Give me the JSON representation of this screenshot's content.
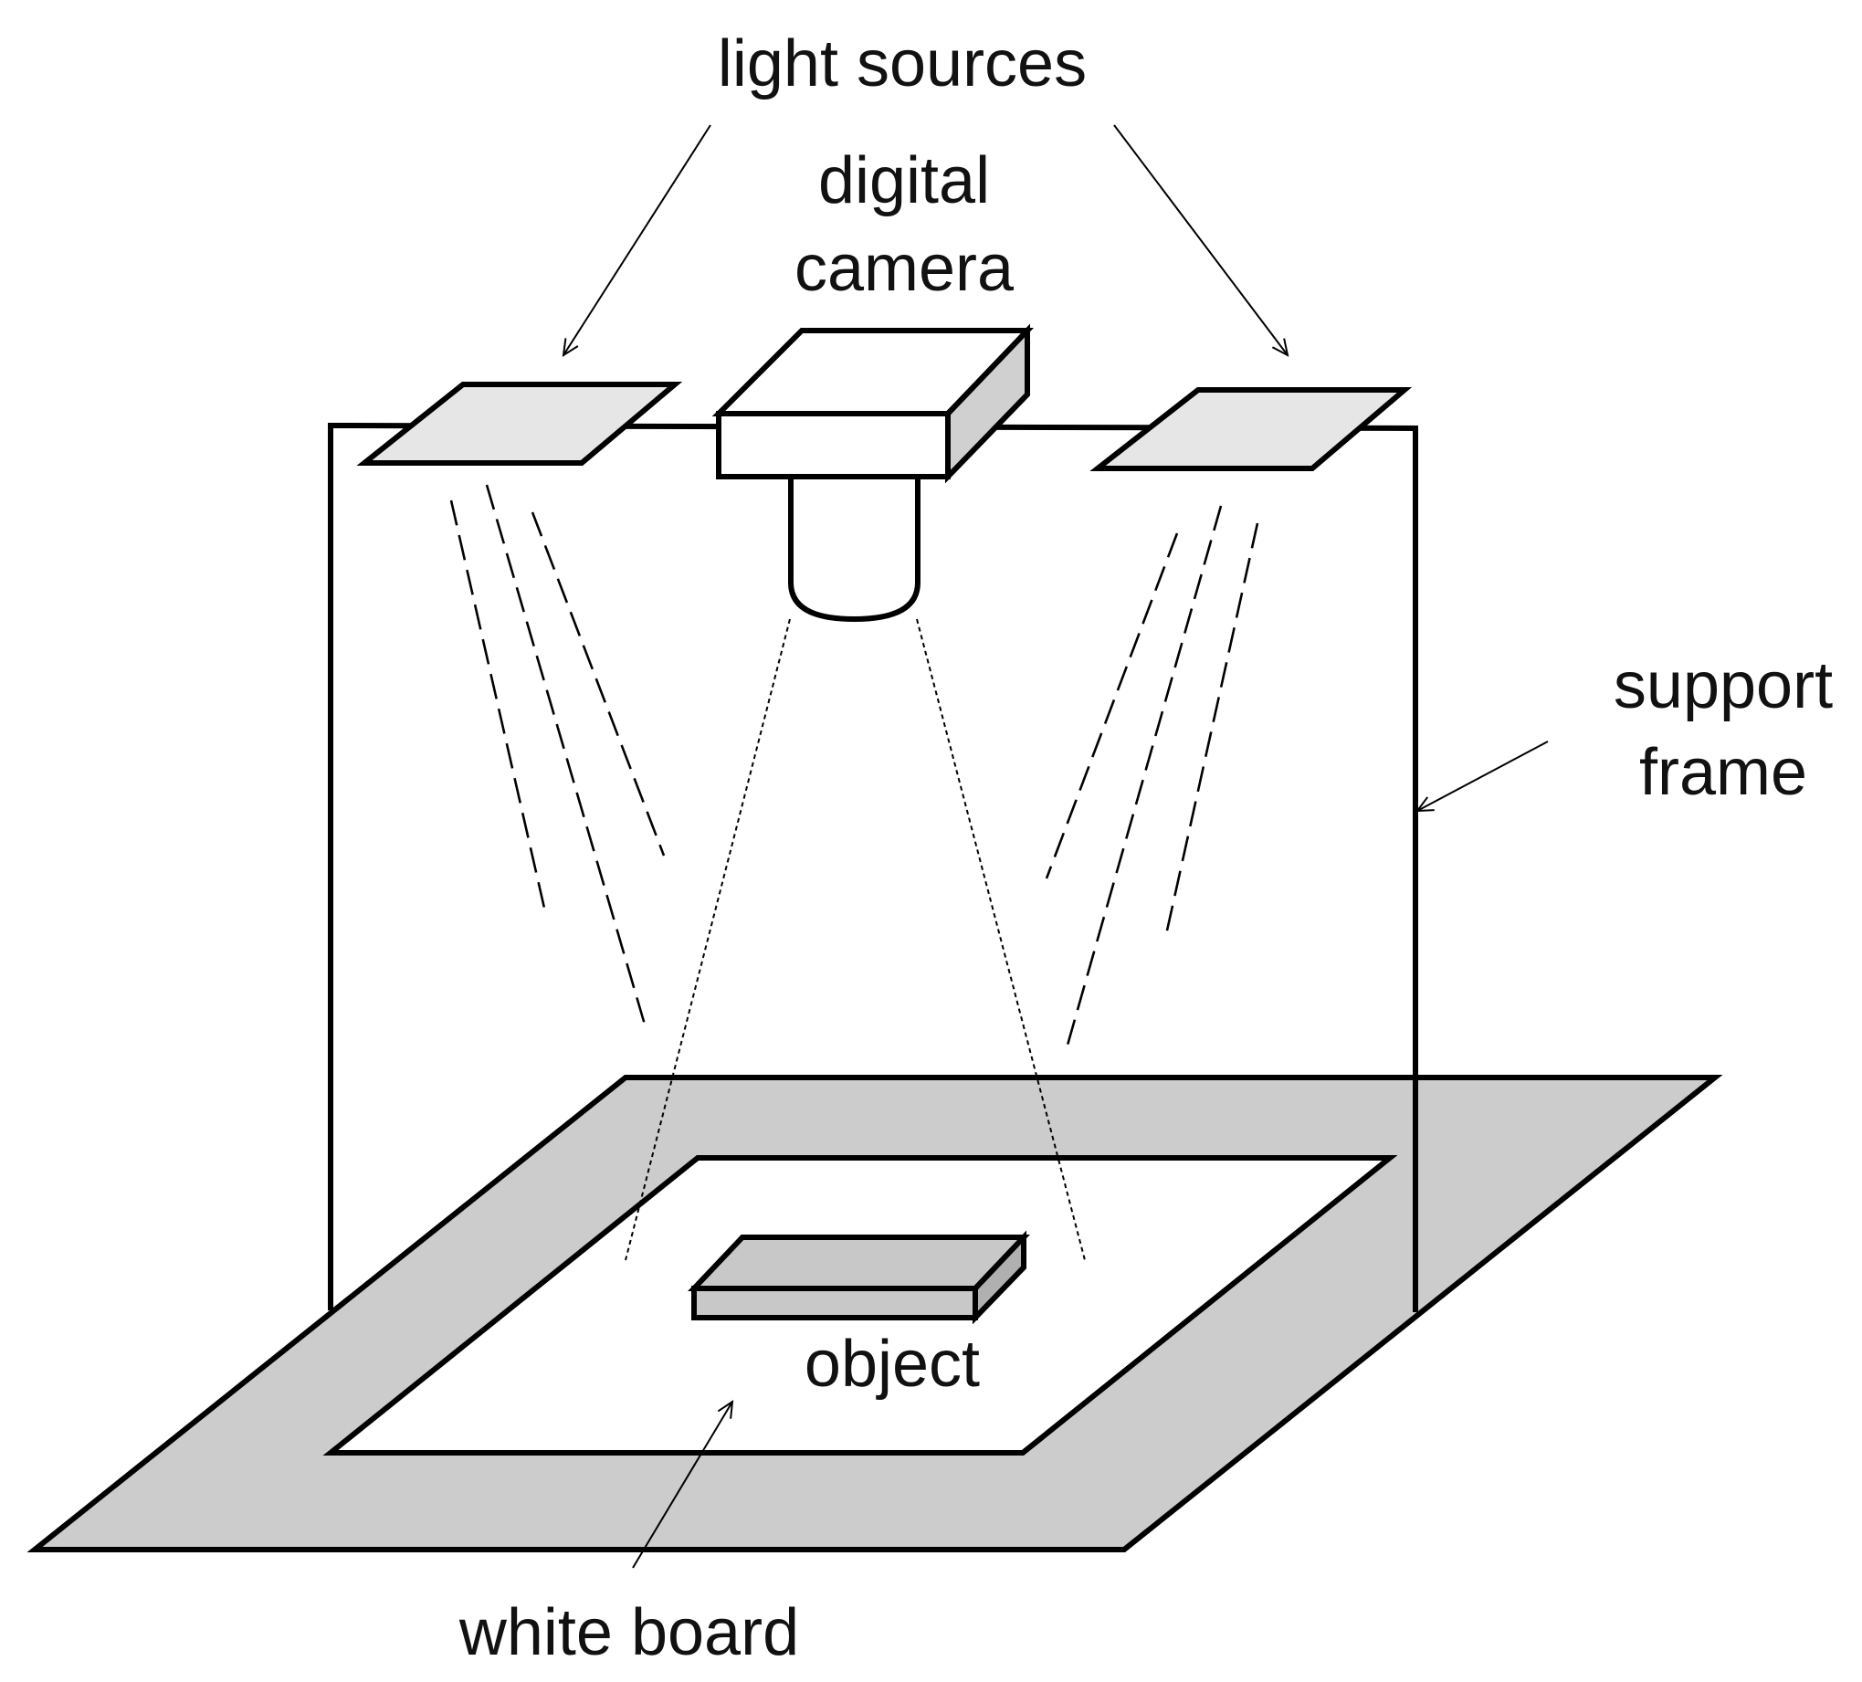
{
  "labels": {
    "light_sources": "light sources",
    "digital_camera_line1": "digital",
    "digital_camera_line2": "camera",
    "support_frame_line1": "support",
    "support_frame_line2": "frame",
    "object": "object",
    "white_board": "white board"
  },
  "colors": {
    "stroke": "#000000",
    "base_plate": "#cccccc",
    "board": "#ffffff",
    "light_panel": "#e6e6e6",
    "camera_side": "#d0d0d0",
    "object_fill": "#c8c8c8"
  }
}
